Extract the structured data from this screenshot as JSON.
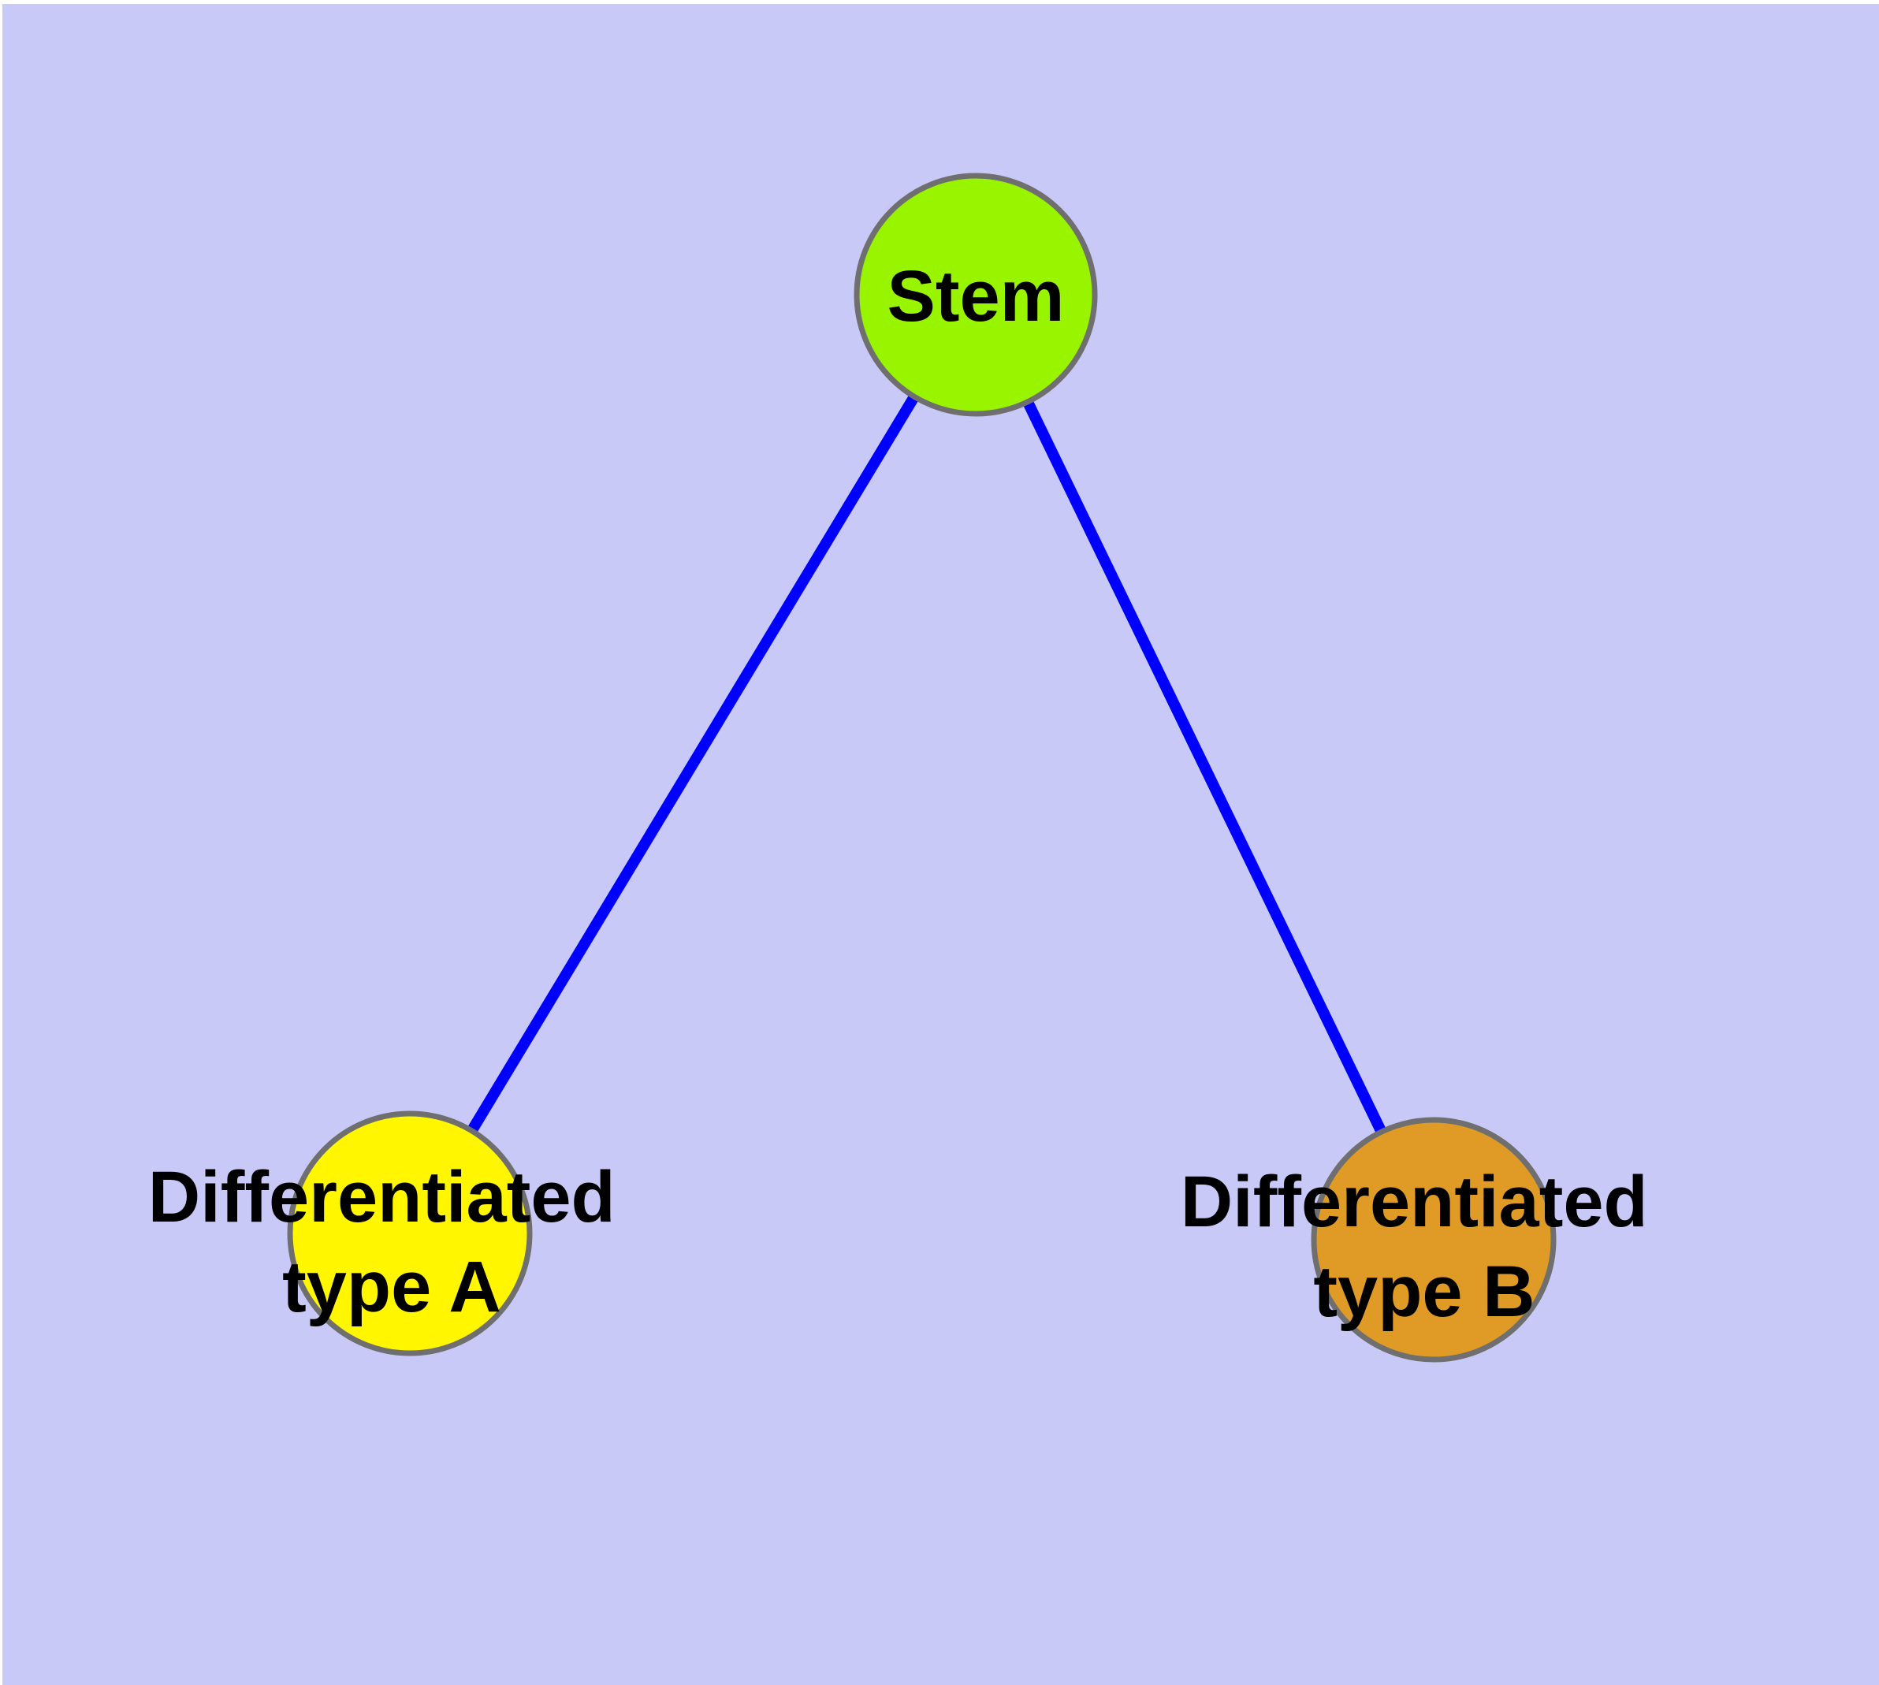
{
  "diagram": {
    "background_color": "#c9c9f8",
    "frame_color": "#ffffff",
    "edge_color": "#0000ff",
    "node_border_color": "#6f6f6f",
    "text_color": "#000000",
    "nodes": [
      {
        "id": "stem",
        "label": "Stem",
        "color": "#99f400"
      },
      {
        "id": "differentiated-type-a",
        "label_line1": "Differentiated",
        "label_line2": "type A",
        "color": "#fff600"
      },
      {
        "id": "differentiated-type-b",
        "label_line1": "Differentiated",
        "label_line2": "type B",
        "color": "#e09a26"
      }
    ],
    "edges": [
      {
        "from": "stem",
        "to": "differentiated-type-a"
      },
      {
        "from": "stem",
        "to": "differentiated-type-b"
      }
    ]
  }
}
